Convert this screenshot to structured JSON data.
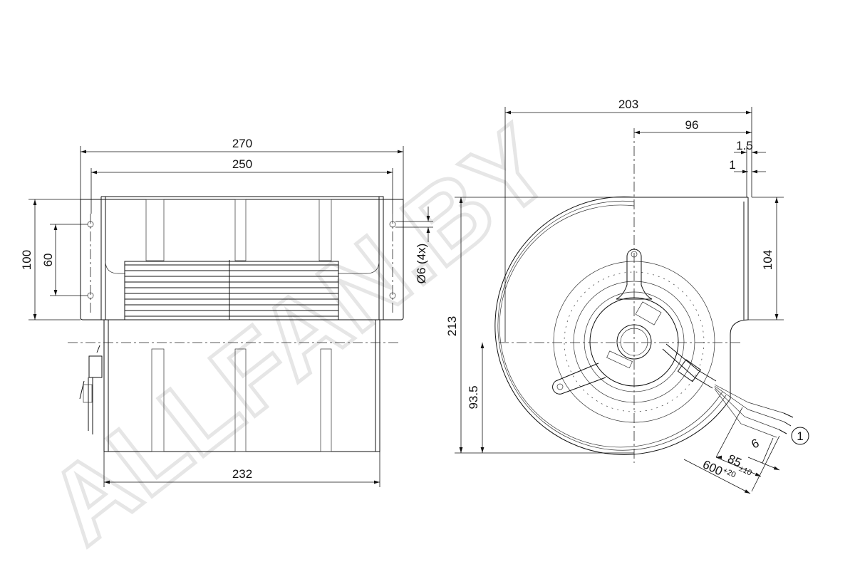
{
  "watermark": "ALLFAN.BY",
  "side_view": {
    "dims": {
      "overall_width": "270",
      "hole_spacing_width": "250",
      "flange_height": "100",
      "hole_spacing_height": "60",
      "hole_diameter": "Ø6 (4x)",
      "body_width": "232"
    }
  },
  "front_view": {
    "dims": {
      "total_width": "203",
      "axis_to_outlet": "96",
      "flange_offset_1": "1.5",
      "flange_offset_2": "1",
      "outlet_height": "104",
      "total_height": "213",
      "axis_height": "93.5",
      "strip_length": "6",
      "strip_jacket": "85",
      "strip_jacket_tol": "±10",
      "cable_length": "600",
      "cable_length_tol": "+20"
    },
    "callout": "1"
  },
  "colors": {
    "line": "#111111",
    "watermark": "#e6e6e6"
  }
}
